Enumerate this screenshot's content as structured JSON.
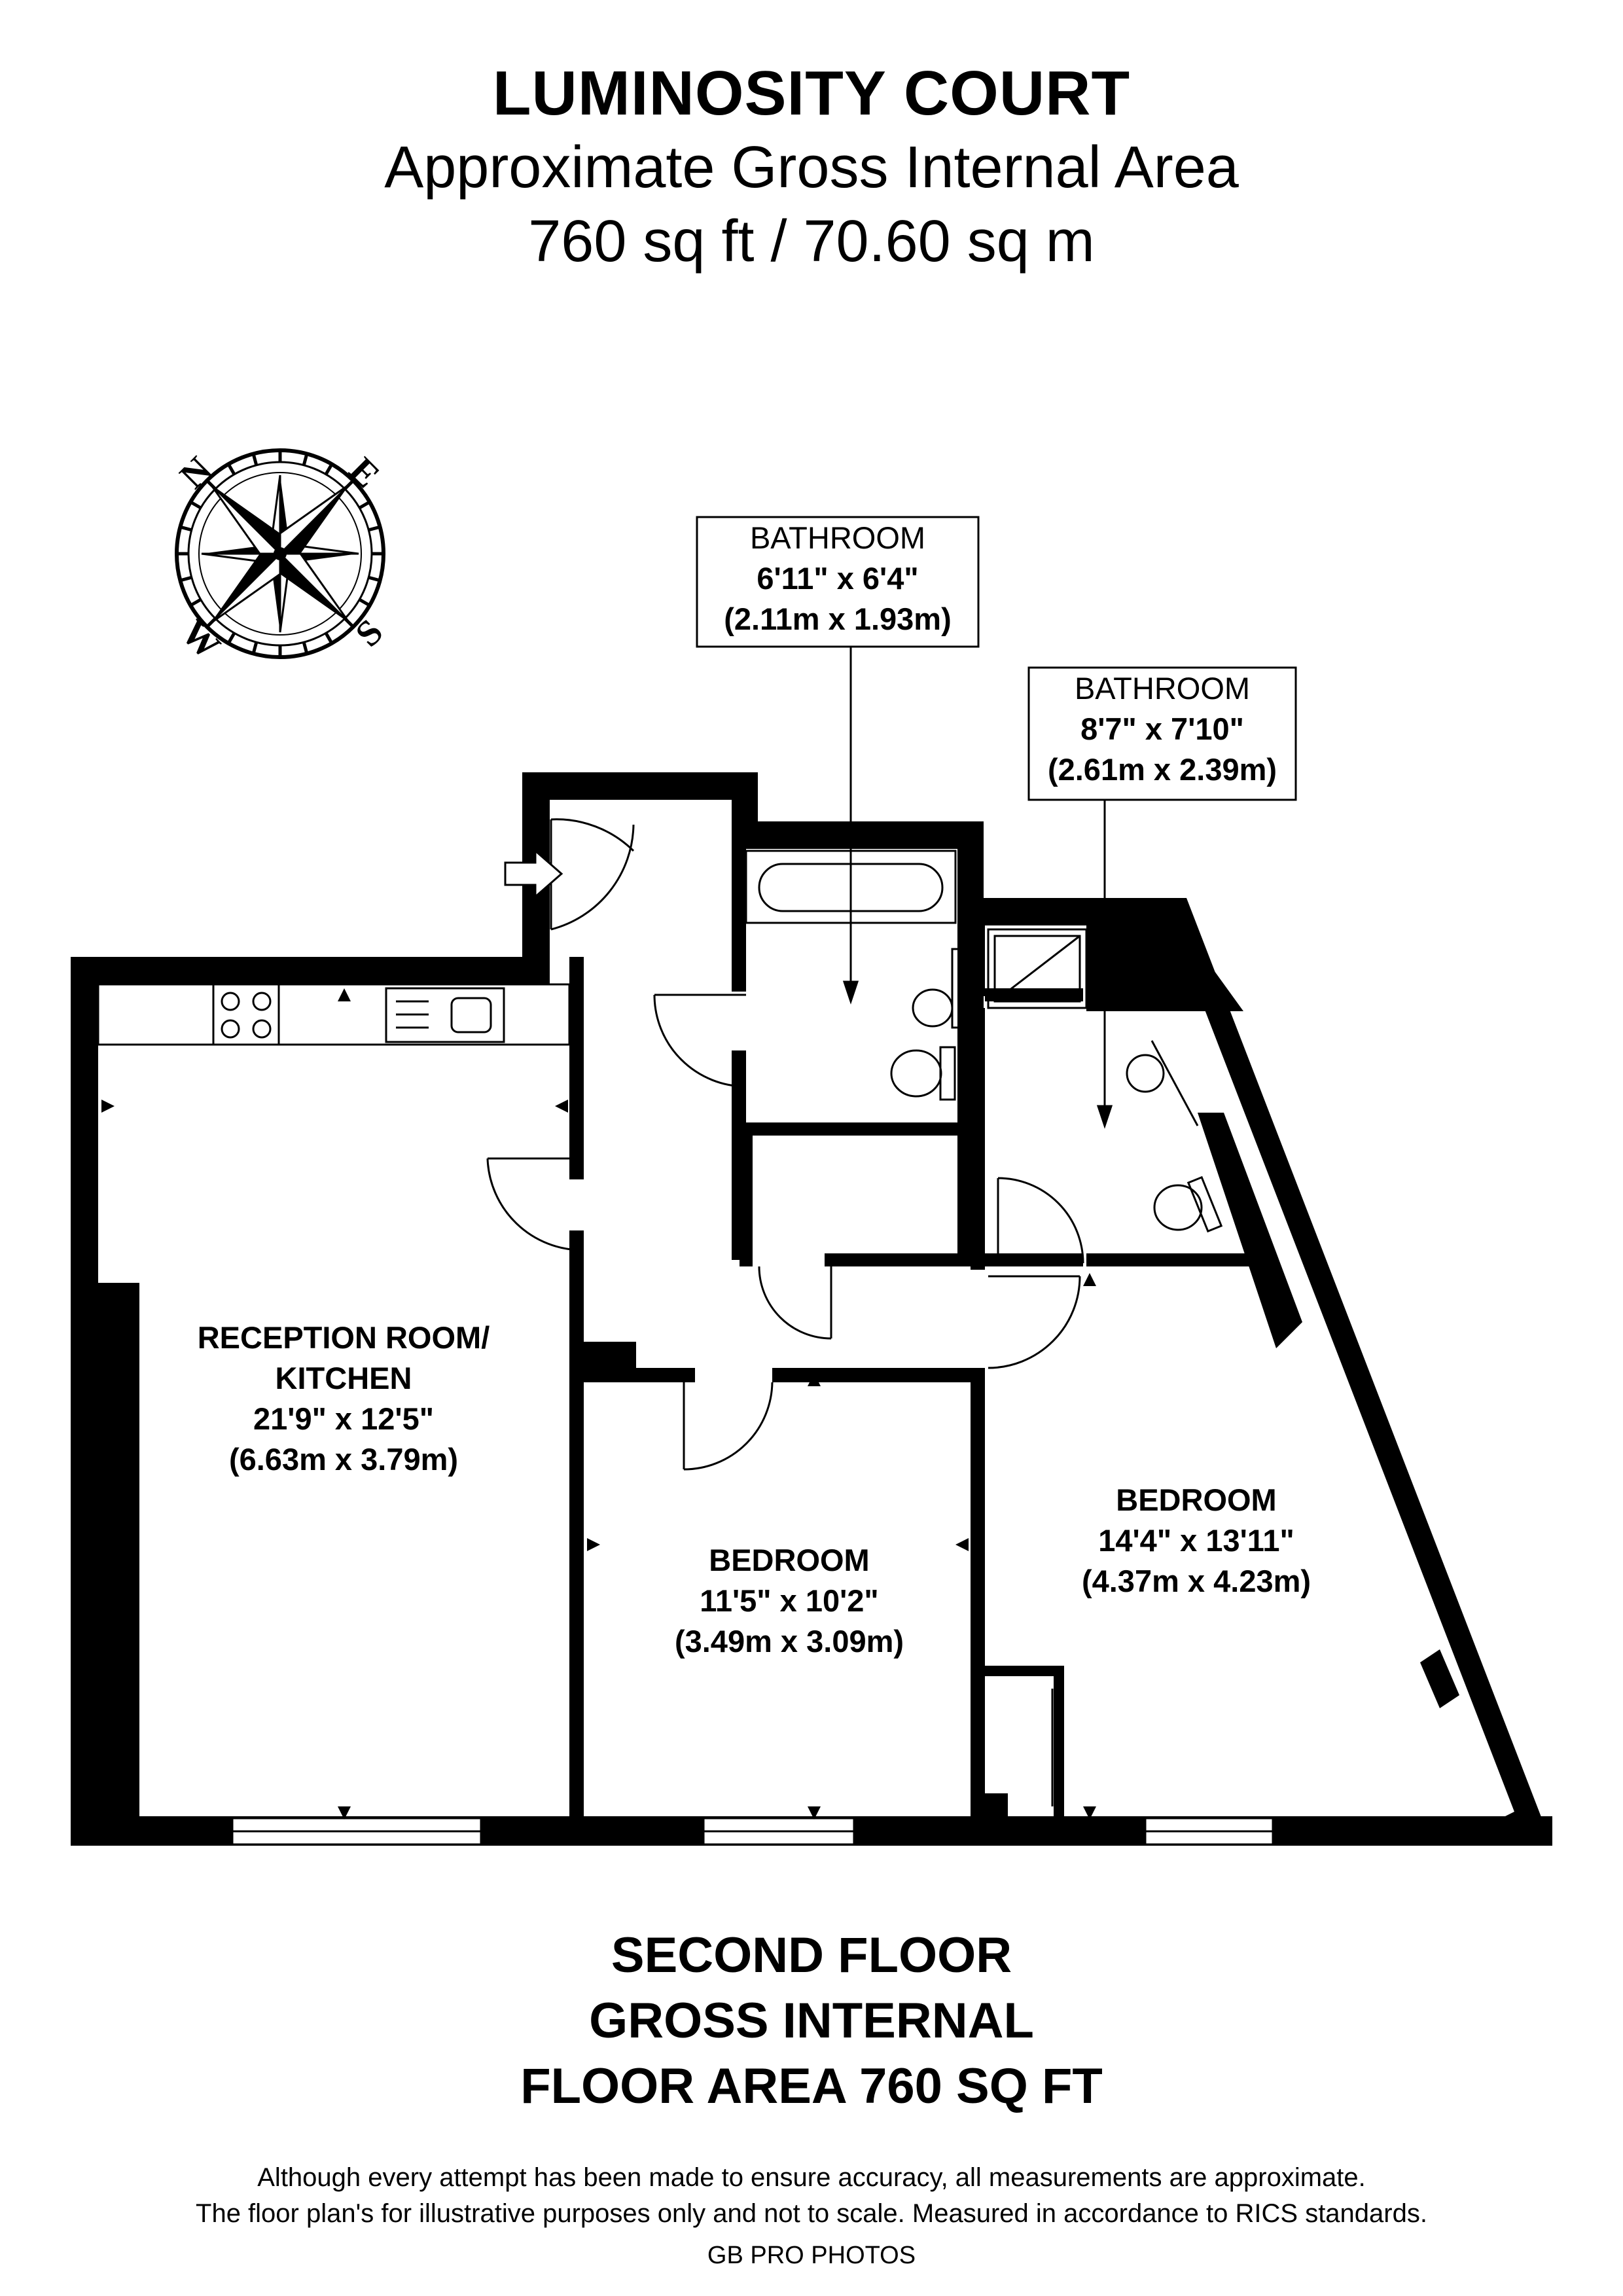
{
  "header": {
    "property_name": "LUMINOSITY COURT",
    "subtitle": "Approximate Gross Internal Area",
    "total_area": "760 sq ft / 70.60 sq m"
  },
  "compass": {
    "n": "N",
    "e": "E",
    "s": "S",
    "w": "W"
  },
  "rooms": {
    "bathroom_1": {
      "name": "BATHROOM",
      "imperial": "6'11\" x 6'4\"",
      "metric": "(2.11m x 1.93m)"
    },
    "bathroom_2": {
      "name": "BATHROOM",
      "imperial": "8'7\" x 7'10\"",
      "metric": "(2.61m x 2.39m)"
    },
    "reception": {
      "name_line1": "RECEPTION ROOM/",
      "name_line2": "KITCHEN",
      "imperial": "21'9\" x 12'5\"",
      "metric": "(6.63m x 3.79m)"
    },
    "bedroom_1": {
      "name": "BEDROOM",
      "imperial": "11'5\" x 10'2\"",
      "metric": "(3.49m x 3.09m)"
    },
    "bedroom_2": {
      "name": "BEDROOM",
      "imperial": "14'4\" x 13'11\"",
      "metric": "(4.37m x 4.23m)"
    }
  },
  "footer": {
    "floor": "SECOND FLOOR",
    "gross": "GROSS INTERNAL",
    "floor_area": "FLOOR AREA 760 SQ FT",
    "disclaimer_1": "Although every attempt has been made to ensure accuracy, all measurements are approximate.",
    "disclaimer_2": "The floor plan's for illustrative purposes only and not to scale. Measured in accordance to RICS standards.",
    "brand": "GB PRO PHOTOS"
  }
}
